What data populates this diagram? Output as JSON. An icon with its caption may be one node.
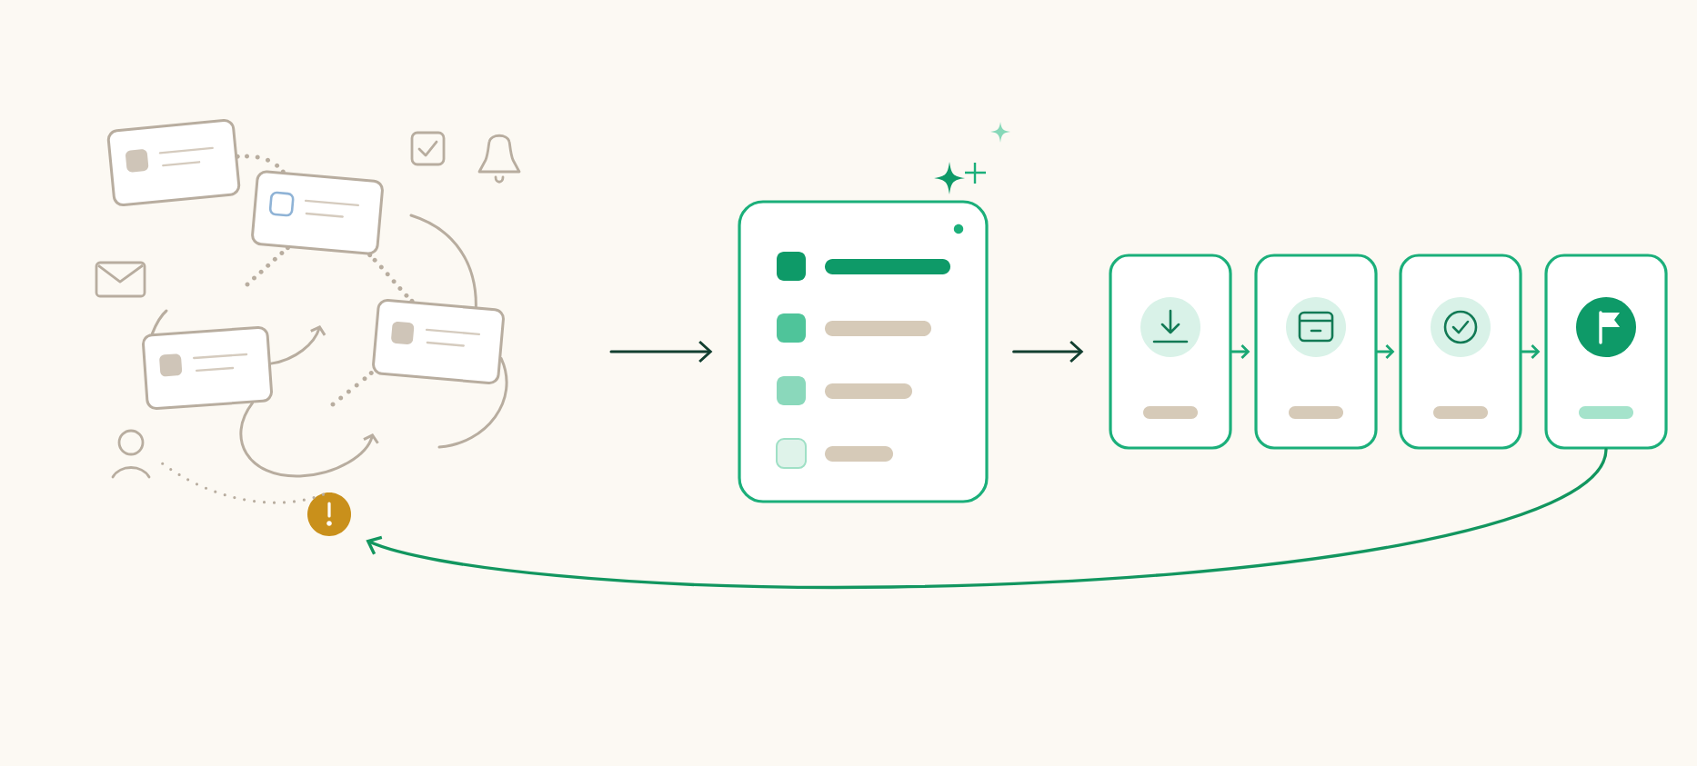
{
  "diagram": {
    "nodes": [
      {
        "text": [],
        "shape": "box"
      },
      {
        "text": [],
        "shape": "box"
      },
      {
        "text": [],
        "shape": "box"
      },
      {
        "text": [],
        "shape": "box"
      },
      {
        "text": [],
        "shape": "person"
      },
      {
        "text": [],
        "shape": "circle"
      },
      {
        "text": [],
        "shape": "box"
      },
      {
        "text": [],
        "shape": "box"
      },
      {
        "text": [],
        "shape": "box"
      },
      {
        "text": [],
        "shape": "box"
      },
      {
        "text": [],
        "shape": "box"
      }
    ],
    "edges": [
      {
        "from": 0,
        "to": 1,
        "arrow": "none",
        "style": "dashed"
      },
      {
        "from": 1,
        "to": null,
        "arrow": "none",
        "style": "dashed"
      },
      {
        "from": 1,
        "to": 3,
        "arrow": "none",
        "style": "dashed"
      },
      {
        "from": null,
        "to": 3,
        "arrow": "none"
      },
      {
        "from": null,
        "to": 2,
        "arrow": "none"
      },
      {
        "from": 2,
        "to": null,
        "arrow": "to"
      },
      {
        "from": 2,
        "to": null,
        "arrow": "to"
      },
      {
        "from": 3,
        "to": null,
        "arrow": "none"
      },
      {
        "from": 3,
        "to": null,
        "arrow": "none",
        "style": "dashed"
      },
      {
        "from": 4,
        "to": 5,
        "arrow": "none",
        "style": "dashed"
      },
      {
        "from": null,
        "to": 6,
        "arrow": "to",
        "color": "#123f30"
      },
      {
        "from": 6,
        "to": 7,
        "arrow": "to",
        "color": "#123f30"
      },
      {
        "from": 7,
        "to": 8,
        "arrow": "to",
        "color": "#1aa874"
      },
      {
        "from": 8,
        "to": 9,
        "arrow": "to",
        "color": "#1aa874"
      },
      {
        "from": 9,
        "to": 10,
        "arrow": "to",
        "color": "#1aa874"
      },
      {
        "from": 10,
        "to": 5,
        "arrow": "to",
        "color": "#12965f"
      }
    ]
  }
}
